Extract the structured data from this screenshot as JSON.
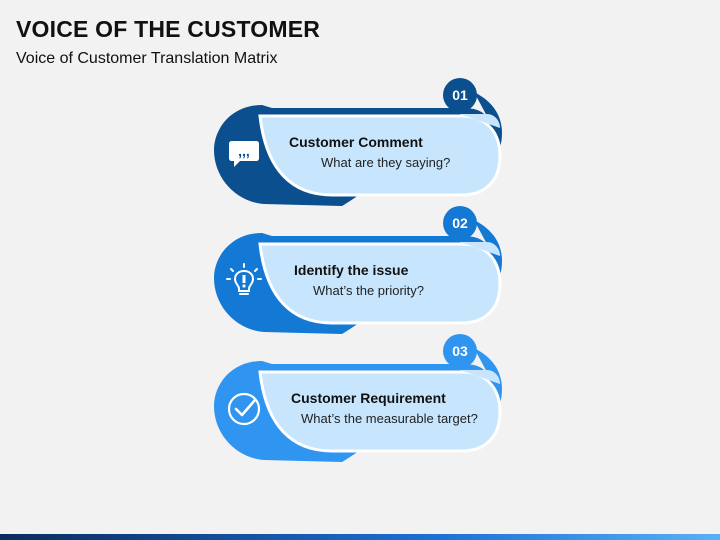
{
  "header": {
    "title": "VOICE OF THE CUSTOMER",
    "subtitle": "Voice of Customer Translation Matrix"
  },
  "colors": {
    "step1": "#0b4f8f",
    "step2": "#1479d4",
    "step3": "#2f95f0",
    "card": "#c7e6fd",
    "card_edge": "#ffffff"
  },
  "steps": [
    {
      "number": "01",
      "heading": "Customer Comment",
      "description": "What are they saying?",
      "icon": "speech-bubble-quote-icon"
    },
    {
      "number": "02",
      "heading": "Identify the issue",
      "description": "What’s the priority?",
      "icon": "lightbulb-exclamation-icon"
    },
    {
      "number": "03",
      "heading": "Customer Requirement",
      "description": "What’s the measurable target?",
      "icon": "check-circle-icon"
    }
  ]
}
